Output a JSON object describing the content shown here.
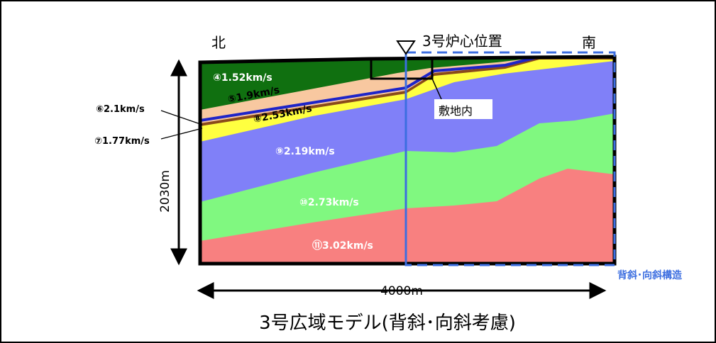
{
  "directions": {
    "north": "北",
    "south": "南"
  },
  "core_position": "3号炉心位置",
  "site": "敷地内",
  "structure": "背斜･向斜構造",
  "dimensions": {
    "height": "2030m",
    "width": "4000m"
  },
  "caption": "3号広域モデル(背斜･向斜考慮)",
  "layers": {
    "l4": "④1.52km/s",
    "l5": "⑤1.9km/s",
    "l6": "⑥2.1km/s",
    "l7": "⑦1.77km/s",
    "l8": "⑧2.53km/s",
    "l9": "⑨2.19km/s",
    "l10": "⑩2.73km/s",
    "l11": "⑪3.02km/s"
  },
  "colors": {
    "l4": "#107010",
    "l5": "#f8c8a0",
    "l6": "#1e24c8",
    "l7": "#8a4a1a",
    "l8": "#ffff40",
    "l9": "#8080f8",
    "l10": "#80f880",
    "l11": "#f88080",
    "dashed_box": "#3c6ee0"
  }
}
